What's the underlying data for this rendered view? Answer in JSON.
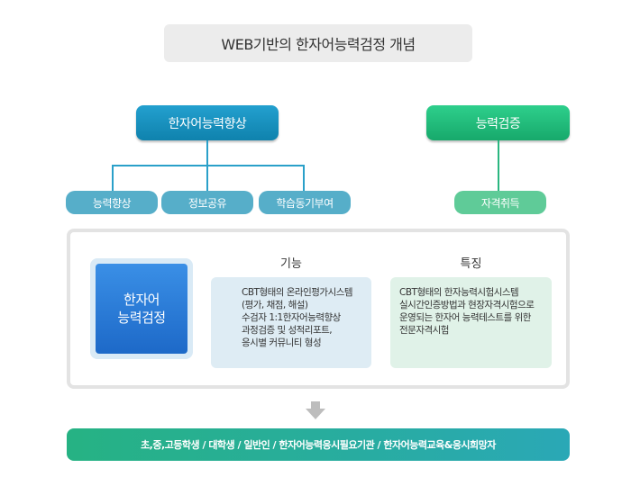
{
  "title": "WEB기반의 한자어능력검정 개념",
  "top_nodes": {
    "left": "한자어능력향상",
    "right": "능력검증"
  },
  "sub_nodes": [
    "능력향상",
    "정보공유",
    "학습동기부여",
    "자격취득"
  ],
  "center_badge": {
    "line1": "한자어",
    "line2": "능력검정"
  },
  "function": {
    "heading": "기능",
    "lines": [
      "CBT형태의 온라인평가시스템",
      "(평가, 채점, 해설)",
      "수검자 1:1한자어능력향상",
      "과정검증 및 성적리포트,",
      "응시별 커뮤니티 형성"
    ]
  },
  "feature": {
    "heading": "특징",
    "lines": [
      "CBT형태의 한자능력시험시스템",
      "실시간인증방법과 현장자격시험으로",
      "운영되는 한자어 능력테스트를 위한",
      "전문자격시험"
    ]
  },
  "bottom_bar": "초,중,고등학생 / 대학생 / 일반인 / 한자어능력응시필요기관 / 한자어능력교육&응시희망자",
  "colors": {
    "blue": "#1592c0",
    "green": "#20bb7a",
    "light_blue": "#56aec9",
    "light_green": "#5fcb98",
    "badge": "#2a7fdb"
  }
}
